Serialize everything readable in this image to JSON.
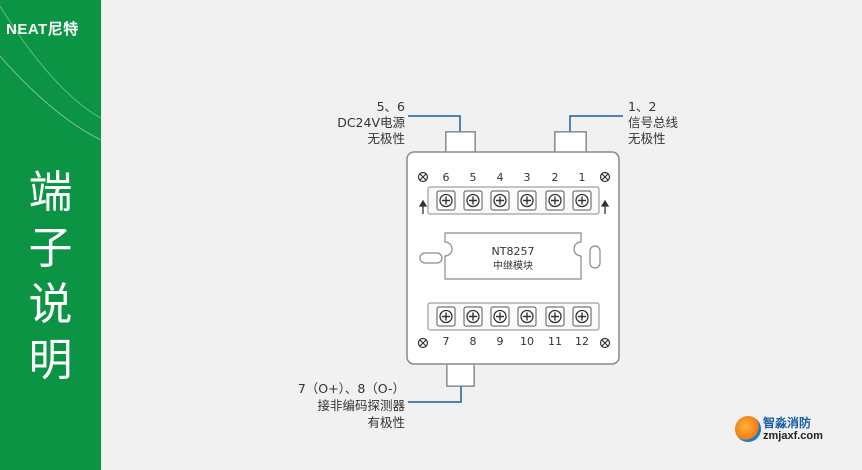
{
  "sidebar": {
    "brand": "NEAT尼特",
    "title_chars": [
      "端",
      "子",
      "说",
      "明"
    ]
  },
  "module": {
    "model": "NT8257",
    "name": "中继模块",
    "top_terminals": [
      "6",
      "5",
      "4",
      "3",
      "2",
      "1"
    ],
    "bottom_terminals": [
      "7",
      "8",
      "9",
      "10",
      "11",
      "12"
    ]
  },
  "callouts": {
    "power": {
      "line1": "5、6",
      "line2": "DC24V电源",
      "line3": "无极性"
    },
    "bus": {
      "line1": "1、2",
      "line2": "信号总线",
      "line3": "无极性"
    },
    "output": {
      "line1": "7（O+）、8（O-）",
      "line2": "接非编码探测器",
      "line3": "有极性"
    }
  },
  "watermark": {
    "name": "智淼消防",
    "url": "zmjaxf.com"
  },
  "colors": {
    "green": "#0b9444",
    "callout_line": "#1f5f95",
    "board_stroke": "#8a8a8a"
  }
}
